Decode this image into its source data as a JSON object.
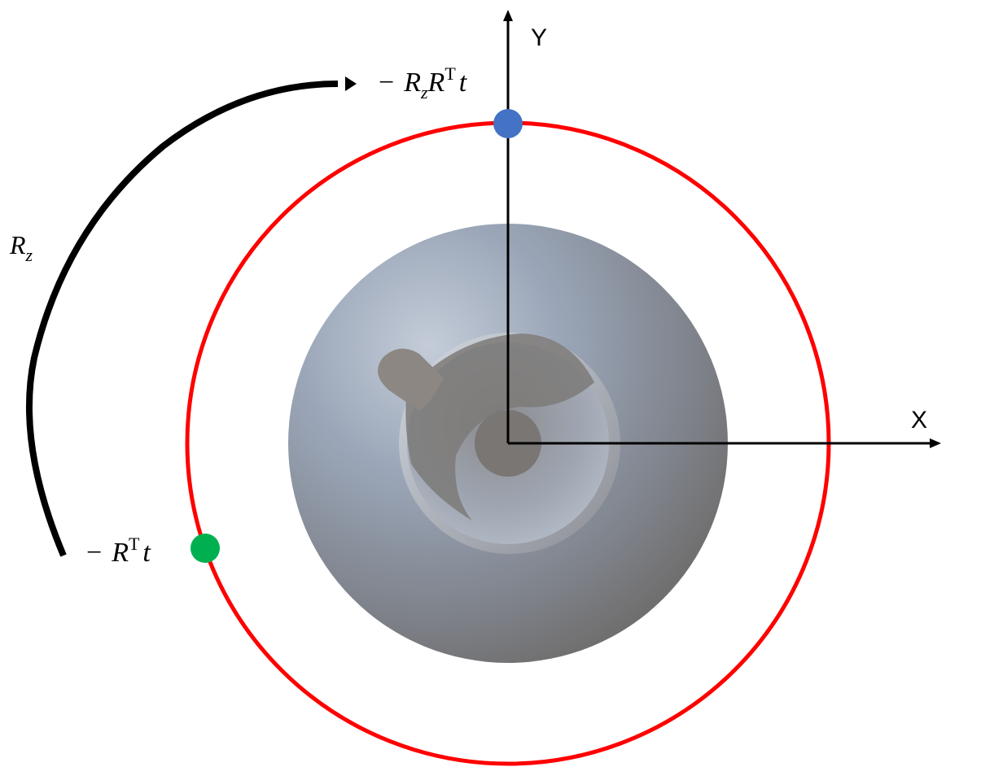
{
  "labels": {
    "y_axis": "Y",
    "x_axis": "X",
    "rotation": {
      "base": "R",
      "sub": "z"
    },
    "rotated_point": {
      "minus": "−",
      "r": "R",
      "r_sub": "z",
      "r2": "R",
      "sup": "T",
      "t": "t"
    },
    "original_point": {
      "minus": "−",
      "r": "R",
      "sup": "T",
      "t": "t"
    }
  },
  "colors": {
    "orbit": "#ff0000",
    "rotated_point": "#4472c4",
    "original_point": "#00b050",
    "axes": "#000000",
    "rotation_arrow": "#000000"
  }
}
